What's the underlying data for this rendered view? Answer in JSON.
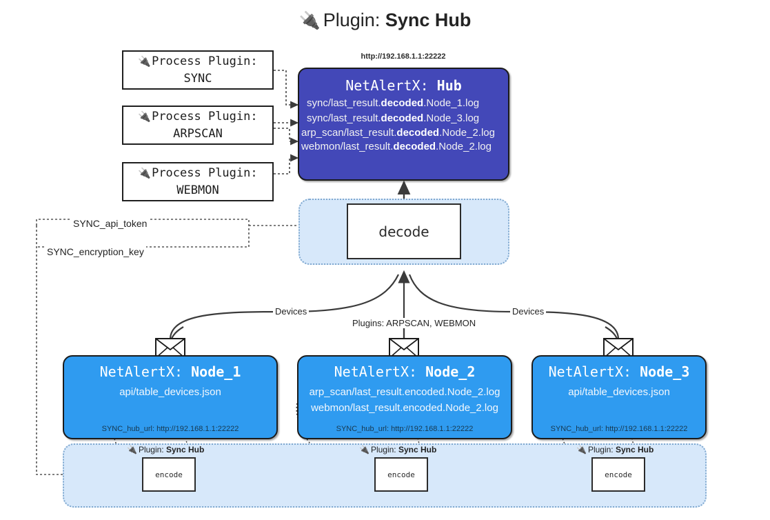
{
  "title": {
    "icon": "🔌",
    "prefix": "Plugin:",
    "name": "Sync Hub"
  },
  "process_plugins": [
    {
      "icon": "🔌",
      "label": "Process Plugin:",
      "value": "SYNC"
    },
    {
      "icon": "🔌",
      "label": "Process Plugin:",
      "value": "ARPSCAN"
    },
    {
      "icon": "🔌",
      "label": "Process Plugin:",
      "value": "WEBMON"
    }
  ],
  "hub": {
    "url": "http://192.168.1.1:22222",
    "title_prefix": "NetAlertX:",
    "title_name": "Hub",
    "logs": [
      {
        "pre": "sync/last_result.",
        "mid": "decoded",
        "post": ".Node_1.log"
      },
      {
        "pre": "sync/last_result.",
        "mid": "decoded",
        "post": ".Node_3.log"
      },
      {
        "pre": "arp_scan/last_result.",
        "mid": "decoded",
        "post": ".Node_2.log"
      },
      {
        "pre": "webmon/last_result.",
        "mid": "decoded",
        "post": ".Node_2.log"
      }
    ]
  },
  "decode": {
    "label": "decode"
  },
  "env": {
    "api_token": "SYNC_api_token",
    "encryption_key": "SYNC_encryption_key"
  },
  "edges": {
    "devices_left": "Devices",
    "devices_right": "Devices",
    "plugins_center": "Plugins: ARPSCAN, WEBMON"
  },
  "nodes": [
    {
      "title_prefix": "NetAlertX:",
      "title_name": "Node_1",
      "lines": [
        "api/table_devices.json"
      ],
      "hub_url": "SYNC_hub_url: http://192.168.1.1:22222",
      "envelope": "envelope"
    },
    {
      "title_prefix": "NetAlertX:",
      "title_name": "Node_2",
      "lines": [
        "arp_scan/last_result.encoded.Node_2.log",
        "webmon/last_result.encoded.Node_2.log"
      ],
      "hub_url": "SYNC_hub_url: http://192.168.1.1:22222",
      "envelope": "envelope"
    },
    {
      "title_prefix": "NetAlertX:",
      "title_name": "Node_3",
      "lines": [
        "api/table_devices.json"
      ],
      "hub_url": "SYNC_hub_url: http://192.168.1.1:22222",
      "envelope": "envelope"
    }
  ],
  "encoders": [
    {
      "icon": "🔌",
      "tag_prefix": "Plugin:",
      "tag_name": "Sync Hub",
      "label": "encode"
    },
    {
      "icon": "🔌",
      "tag_prefix": "Plugin:",
      "tag_name": "Sync Hub",
      "label": "encode"
    },
    {
      "icon": "🔌",
      "tag_prefix": "Plugin:",
      "tag_name": "Sync Hub",
      "label": "encode"
    }
  ],
  "colors": {
    "hub_fill": "#4348b8",
    "node_fill": "#2f9bf0",
    "band_fill": "#d7e8fa",
    "band_stroke": "#7fa8cf",
    "line": "#3b3b3b"
  }
}
